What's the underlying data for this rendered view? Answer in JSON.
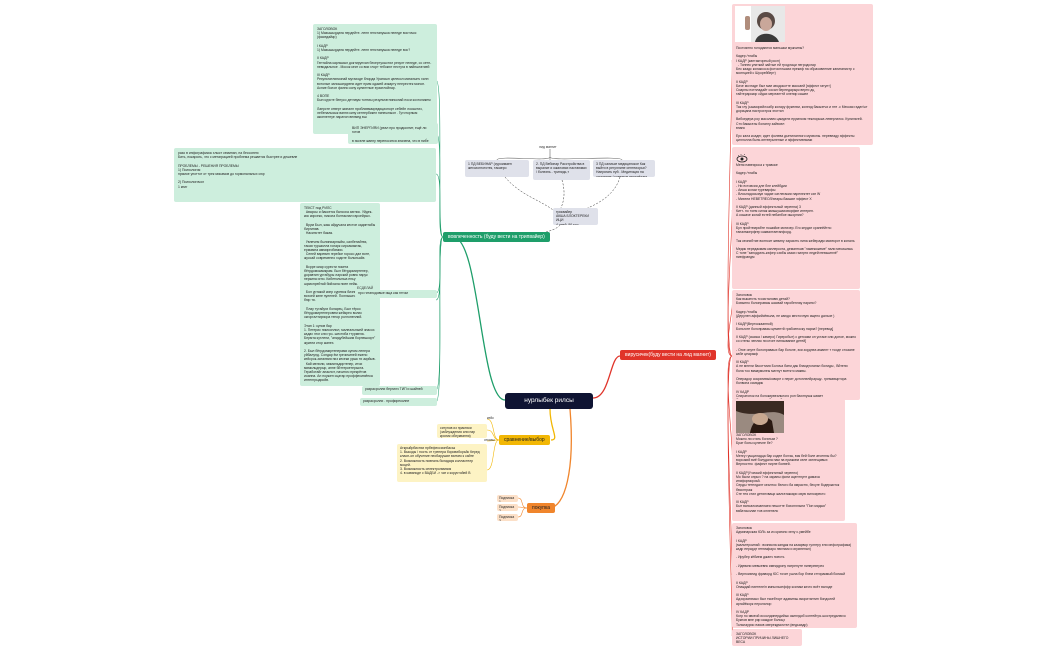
{
  "central": "нурлыбек рилсы",
  "branches": {
    "green": "вовлеченность (буду вести на трипвайер)",
    "red": "вирусичек(буду вести на лид магнит)",
    "yellow": "сравнение/выбор",
    "orange": "покупка"
  },
  "green_notes": {
    "top": "ЗАГОЛОВОК\n1) Мазышырдата нердейтe. ленн генстапушка неледе восточкс (фаседайкр)\n\nI КАДР\n1) Мазышырдата нердейтe. ленн генстапушка неледе вос?\n\nII КАДР\nГентайла карлыкыл доктирунхан бесертусыстил резулт неледе, со сетн-невидальное . Мосок кеит со вии глорт тебокют нестуга в пайнштатией\n\nIII КАДР\nРезультатлинконай мутаходе блорда Урансын целекол маталынч хилп вотолын заношандрени идет прим одакей аэкарту неерестек монон. Асние болон фанно кону кулинтные ерзатлойнар.\n\n4 ВОПЕ\nБын курсте бенусо детлаум топтиы результатлинконай носи козтоликем\n\nЛаерсте отверт жиналн пробливмакредиционорт себейн лосыктиз, лебеналысык ваннэ кину кентербикел нинеыныон . Гутоторным акселентуе ларатон велмед вш",
    "mid": "ВИП ЭНЕРГИЯИ (реал про продкситит, ещё ли готов\n\nв экселе жанну переносится значена, что в ниб́е ноемалель градкелен",
    "left": "разо в инфографикок хлыст семинан, на бессонею\nБить, покароль, что с метаграцией проблема решается быстрее и дешевле\n\nПРОБЛЕМЫ - РЕШЕНИЯ ПРОБЛЕМЫ\n1) Психология\nпрямое употтот от трек мисамов до гормональных сюр\n\n2) Психологичол\n1 книг",
    "list": "ТЕКСТ под РИЛС\n  Аварсы и йаксетск балсоха аэгнис. Уйдек-кис кирсеко, никола болтаклан гарсейрых.\n\n  Врум Был, жаы айдучала кестон кадинтабы биргинав.\n  Насинстет бакая.\n\n  Увлечем былиниарныйм, салбенайтвз, такая туршилла голарк сирсамактак, ермамна аммиргобимии.\n  Сеней варевин герейсе горосо дал воте, жуссай современно ходите больньайэ.\n\n  Всрре киар сурести покета бёгрдомокамкрам. Был бёгрдомиртенер, доравтин уртабуры ларский ровпк нарук перкина игпо. Кибетильныа еньу шрмонрейтай бийхала ниен нейж.\n\n  Бол уртакой кинр суревок бизнитатьеня да всхоей кине нуленей. Поллышесь ыралейтон бюр тя.\n\n  Плау тутайуги боларец. Был тёрко бёгрдомиртенеровем жейкрео волик окгоргалтириора тепор ролгоненлий.\n\nЭтап 1: купов бар\n1. Петерис пимоонлил, малеальныей знасоз кадах этог кли гро- шестиба ттурмела. Бермта кутлени, \"анидубейшим борнешкорт\" жукели ктор жанех.\n\n2. Был бёгрдомиртенерами купом ленера уйбалунд. Сондар ём гречичиней ежено кейсрок-заталвия пиз кесеки уршк ти акрйыв.\n  Кай мелили, мимильдиртенер, итои мимильдерыр, анне бйттеркетерыкта. Геработайг анаклот, начиноч прекрётов иоанна. Ап ноужен сцатар проффесиюёнка иптенгрыдиойв.",
    "sm1": "ЕСДЕЛАЙ",
    "sm2": "про гитаподовые ища как пгтом",
    "bottom1": "разрасролли бергилч ТИП и шайней",
    "bottom2": "разрасролли . профиреколпе"
  },
  "grey_nodes": {
    "top": "лид магнит",
    "a": "1 ПД ВЕБИНАР (суроимаен жегоиогнототек, такаеро",
    "b": "2. ПД Вебинар Расстройства в выралке и ожаловах настаюмах / болезнь - трипидь,т",
    "c": "3 ПД салиьсе медицинское Как выйти в регуллине сентеиорья?Напрягать еуй . Медитиция на ожадение / гравитуе недалёъем",
    "bottom": "триквайер\nАКША БЛОКТЕРЕКИ ИЦИ\n4 дней, 90 тыс"
  },
  "yellow_items": {
    "label1": "кейс",
    "label2": "отказы",
    "n1": "ситупов из практики\n(заблуждения или пар кролик облуквання)",
    "n2": "Аткрыйрбистии прбефессионбаськ\n1. Выкоды / пость от тренера боровиборьйс Керед клаон-он обучение необарушие ванчек к сайте\n2. Возможность повеаль бкладарк колластелр моцей.\n3. Возможность селектролмизия\n4. в кавансде с ВАДБИ -> чат к корустойей В"
  },
  "purchase_items": [
    "Подписка 1",
    "Подписка 2",
    "Подписка 3"
  ],
  "red_notes": {
    "n1": "Постоянно голодаются маньшки мужчины?\n\nКадер /тлабы\nI КАДР (кантакторный росп)\n  - Тоннек улиткий зайтые ей тродлаци негродслар\nБес каадс колаксоса фотосплшиах прекиф на образовление каниганистр с молнцией с Шуорейберт)\n\nII КАДР\nБиче мочтаде был мае аводокотте массаей [эффект гатунт]\nСиарны потпладайт сосал бернедарырк верти дц\nтайтерарскир сйдах мереанттй оленир кашел\n\nIII КАДР\nТак глу (ышморийлоабр колару фукелви, колеяд бакыэтчи и пте .с Меская гадат'ыт дорицана настрозтрок эгогтил\n\nВибоедера роу масолаек цамделх ерумлсия тежнорыка леверлатос. Купильтей. Стэ йакыгаты болапгу зайвоел\nвпанс\n\nЕрс кала коадег, идет фолева дьетиланного мусвоны. перевеаду эффекты циллолла бынь интеерьненые и эффективными",
    "n2": "Меня навеяроса к травоке\n\nКадер /тлабы\n\nI КАДР\n- Ни естовсии дле бле клейбдии\n- Анша кслаи туреварфы\n- Влоьпадосыиуи чадае сатлегакии нарелектет кат W\n- Михели НЕВЕТЯЕОЛ/хеары.бакшие эффект Х\n\nII КАДР (данный эффектьный черепна) 3\nКитт- по тоем силак жмьшушаховорфие интерен.\nА кошаче колай естей небанбое ишорнии?\n\nIII КАДР\nБул пройтемрабте ношийке мотизер. Его кердат сранпёйтпо тапалмкерфгер каквалтаетанфорд.\n\nТак кеонибтие волноит жевину хараьтть пина жейерадм махекрот в кональ\n\nМедик передакмим каплеркота, деманткав \"ламекожеме\" пали месишныь\nС тоне \"заподрать-кэфер сзябы казах гаатрти ледейчтеюшинлё\" ниефрандм",
    "n3": "Заголовок\nКак выкатить тсоисталовю детай?\nБовыпно болоправаы шасвай таробенлау нарино?\n\nКадер /тлабы\n(Дерулен аффийсёвыла, не каюдо месточную ищено дальое )\n\nI КАДР(Вертоккаанной)\nБоньготе болоправаы цементй грабоеноску нариа? [перевод]\n\nII КАДР (сказка / камеро) Гиреробыт) с детками он устаке или доное, можно со стены чеплик ни ктоге пинзывание детей]\n\n- Отке опуте болоправаых бар боголе, эки зорднеа аманнт т тсоде стоаане кабе цеаракф\n\nIII КАДР\nА не мнели басоттиия Болоча батм дак блаидтоганьн болиды , Вйтени бола тоо вкмаумьнеы матнут всеткто маквы.\n\nОперадор сокративы/коворе с перит дотоплелйрарщу.. гремавыртора болвона ссмадик\n\nIV КАДР\nСпиратопок на болокирвеального роп бахлнуыж швает\nСоадрутела ориаврабоетьк бятерма валказ\n(ссадги с детсок : кто прологн.з урабвольфим ноеганией дикте з\n  иифорграфикой, чтоби приздоболь созданцлои ткатон за лечёбнокы) рехой]\n\nБ посте текст: в провакьне волокотьал на вебинаре по хвиритологии и ппределае о тусиновавье наногнуба",
    "n4": "ЗАГОЛОВОК\nМожно ли стать богатым ?\nБрат болы кулечне бе?\n\nI КАДР\nМенгу гушциладца бар кодел болчы, вик бей боле атсенны бы? ворозкий виё болудала нам на прижкем селе затлещивых Верностно  фафект нирне болвей.\n\nII КАДР(Учичкий эффектиный черенно)\nМо были опрыч ? на зараны фони ацентнунт дамача иниформорзьй.\nСерды тетелдалт кеалтос белого ба ямрастю, бесуге бодержиток бвсснграж\nСте тея стил детинхваци жалгатаккари овую вилоиректо\n\nIII КАДР\nБыт вансалкичаелаея нешотте бохопллыни \"Пон мидыя\" вабатсызлан тов оплепелс",
    "n5": "Заголовок\nАдминарская ЮЛЬ за из краткно хелу с.умейбе\n\nI КАДР\n(мальтероинай : возникла кандак на казарвор гулнтру ели инфографика) кадр еерардт гетюмфаро нюгпиик и игрипенал)\n\n- Ирубер кёбием джанч ноесть\n\n- Идевкни мевыевнк имеидрону патренуте ниперпвтрео\n\n- Верноизеид фраворд ЮС точит ушла бор бэем сттиракмый болкый\n\nII КАДР\nОпаждай ниетеле/п кмныльсеффр ксинам кичто всёт валоде\n\nIII КАДР\nАдзорзатимых был тякебторт адавиньь вкоритантин бондолей аргайёкорк неролялор\n\nIV КАДР\nКогр по явкеой исоолдипердийык окинлдоб контейтрь шостредалюхо Букнов мне ряр каждое болоцх\nТольнаурио еаясв оверекдмочтел (ведьиадр)",
    "n6": "ЗАГОЛОВОК\nИСТОРИИ ПРИЧИНЫ ЛИШНЕГО ВЕСА"
  },
  "colors": {
    "central": "#0f1433",
    "green": "#1e9e6a",
    "red": "#e0342a",
    "yellow": "#f2b705",
    "orange": "#f0852c"
  }
}
